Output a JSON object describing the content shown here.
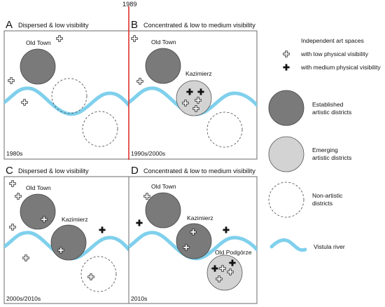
{
  "divider_year": "1989",
  "colors": {
    "river": "#7fd0ec",
    "established": "#7a7a7a",
    "emerging": "#d3d3d3",
    "divider": "#e0312b",
    "frame": "#6b6b6b"
  },
  "panels": {
    "a": {
      "letter": "A",
      "title": "Dispersed & low visibility",
      "period": "1980s",
      "district_labels": [
        "Old Town"
      ]
    },
    "b": {
      "letter": "B",
      "title": "Concentrated & low to medium visibility",
      "period": "1990s/2000s",
      "district_labels": [
        "Old Town",
        "Kazimierz"
      ]
    },
    "c": {
      "letter": "C",
      "title": "Dispersed & low visibility",
      "period": "2000s/2010s",
      "district_labels": [
        "Old Town",
        "Kazimierz"
      ]
    },
    "d": {
      "letter": "D",
      "title": "Concentrated & low to medium visibility",
      "period": "2010s",
      "district_labels": [
        "Old Town",
        "Kazimierz",
        "Old Podgórze"
      ]
    }
  },
  "legend": {
    "spaces_heading": "Independent art spaces",
    "low_label": "with low physical visibility",
    "medium_label": "with medium physical visibility",
    "established_line1": "Established",
    "established_line2": "artistic districts",
    "emerging_line1": "Emerging",
    "emerging_line2": "artistic districts",
    "nonartistic_line1": "Non-artistic",
    "nonartistic_line2": "districts",
    "river_label": "Vistula river"
  }
}
